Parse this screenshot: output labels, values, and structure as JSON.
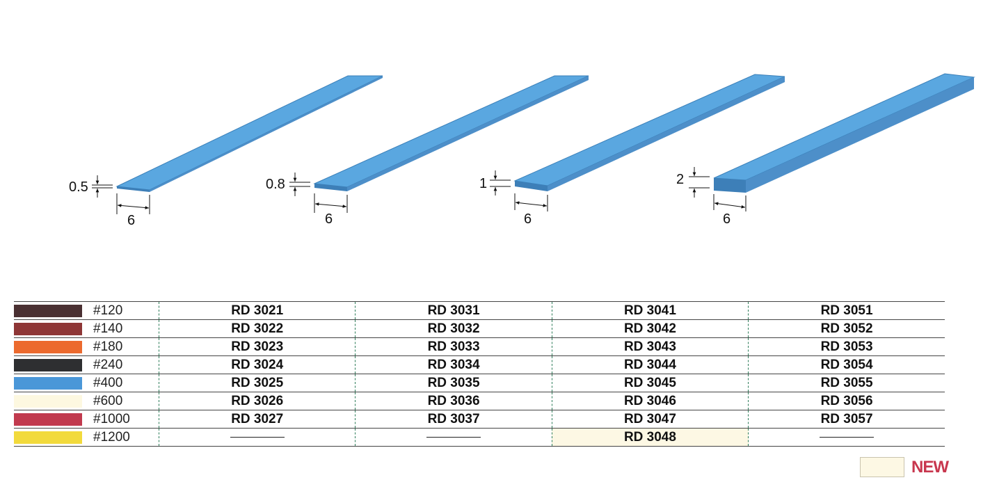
{
  "strips": [
    {
      "thickness": "0.5",
      "width": "6"
    },
    {
      "thickness": "0.8",
      "width": "6"
    },
    {
      "thickness": "1",
      "width": "6"
    },
    {
      "thickness": "2",
      "width": "6"
    }
  ],
  "colors": {
    "strip_top": "#5aa7e0",
    "strip_edge": "#3d7fb8",
    "new_highlight": "#fdf8e4",
    "new_label": "#c8374e",
    "column_divider": "#2e7d5a"
  },
  "table": {
    "rows": [
      {
        "color": "#4a3032",
        "grit": "#120",
        "codes": [
          "RD 3021",
          "RD 3031",
          "RD 3041",
          "RD 3051"
        ]
      },
      {
        "color": "#8e3636",
        "grit": "#140",
        "codes": [
          "RD 3022",
          "RD 3032",
          "RD 3042",
          "RD 3052"
        ]
      },
      {
        "color": "#ec6a2e",
        "grit": "#180",
        "codes": [
          "RD 3023",
          "RD 3033",
          "RD 3043",
          "RD 3053"
        ]
      },
      {
        "color": "#2e2f31",
        "grit": "#240",
        "codes": [
          "RD 3024",
          "RD 3034",
          "RD 3044",
          "RD 3054"
        ]
      },
      {
        "color": "#4a97d8",
        "grit": "#400",
        "codes": [
          "RD 3025",
          "RD 3035",
          "RD 3045",
          "RD 3055"
        ]
      },
      {
        "color": "#fdf8e0",
        "grit": "#600",
        "codes": [
          "RD 3026",
          "RD 3036",
          "RD 3046",
          "RD 3056"
        ]
      },
      {
        "color": "#c13a4e",
        "grit": "#1000",
        "codes": [
          "RD 3027",
          "RD 3037",
          "RD 3047",
          "RD 3057"
        ]
      },
      {
        "color": "#f2da3c",
        "grit": "#1200",
        "codes": [
          "",
          "",
          "RD 3048",
          ""
        ]
      }
    ]
  },
  "legend": {
    "label": "NEW"
  }
}
